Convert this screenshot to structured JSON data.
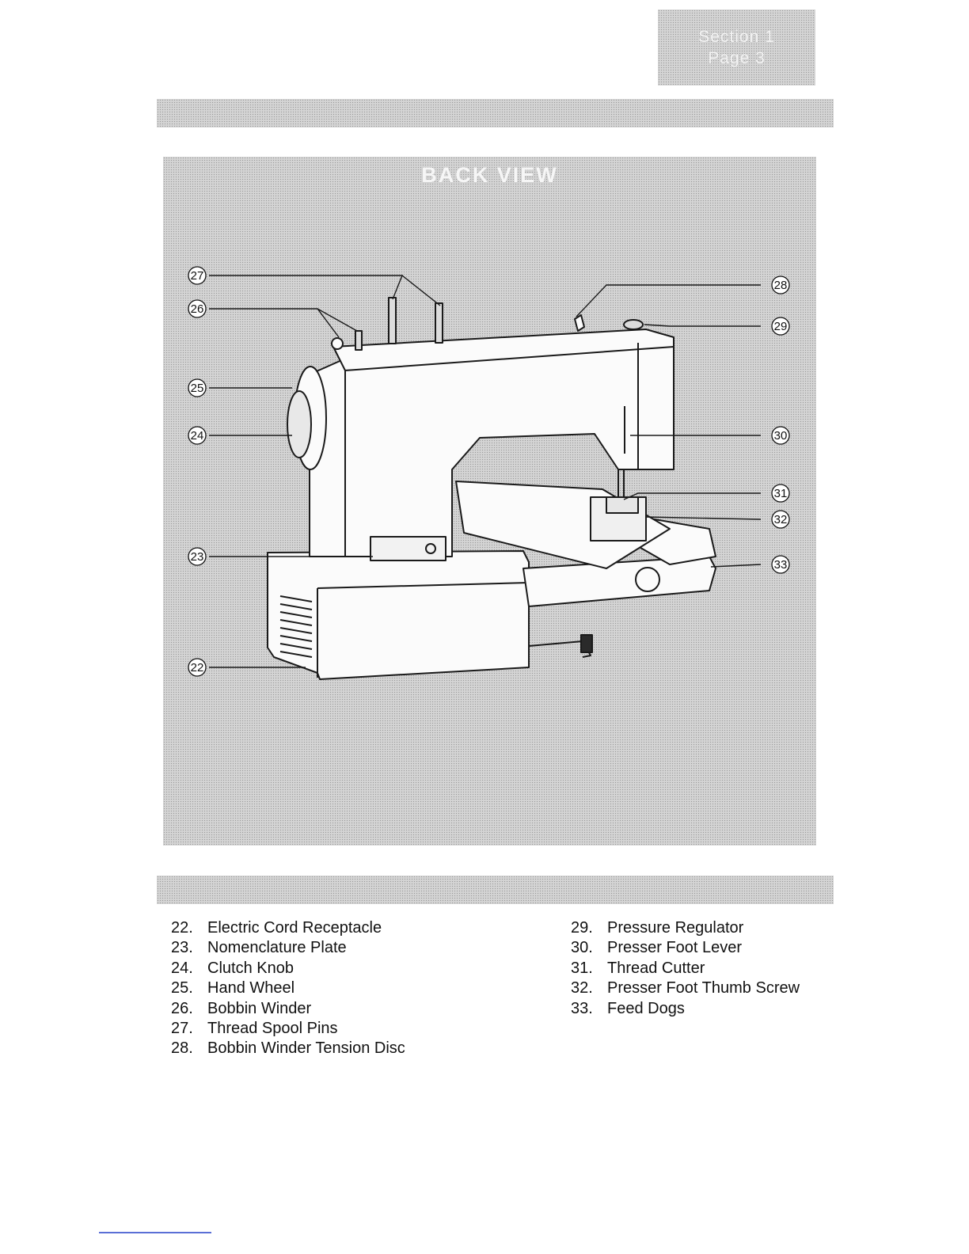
{
  "header": {
    "section_label": "Section 1",
    "page_label": "Page 3"
  },
  "figure": {
    "title": "BACK VIEW",
    "callouts": [
      "22",
      "23",
      "24",
      "25",
      "26",
      "27",
      "28",
      "29",
      "30",
      "31",
      "32",
      "33"
    ]
  },
  "legend": {
    "left": [
      {
        "num": "22.",
        "label": "Electric Cord Receptacle"
      },
      {
        "num": "23.",
        "label": "Nomenclature Plate"
      },
      {
        "num": "24.",
        "label": "Clutch Knob"
      },
      {
        "num": "25.",
        "label": "Hand Wheel"
      },
      {
        "num": "26.",
        "label": "Bobbin Winder"
      },
      {
        "num": "27.",
        "label": "Thread Spool Pins"
      },
      {
        "num": "28.",
        "label": "Bobbin Winder Tension Disc"
      }
    ],
    "right": [
      {
        "num": "29.",
        "label": "Pressure Regulator"
      },
      {
        "num": "30.",
        "label": "Presser Foot Lever"
      },
      {
        "num": "31.",
        "label": "Thread Cutter"
      },
      {
        "num": "32.",
        "label": "Presser Foot Thumb Screw"
      },
      {
        "num": "33.",
        "label": "Feed Dogs"
      }
    ]
  }
}
